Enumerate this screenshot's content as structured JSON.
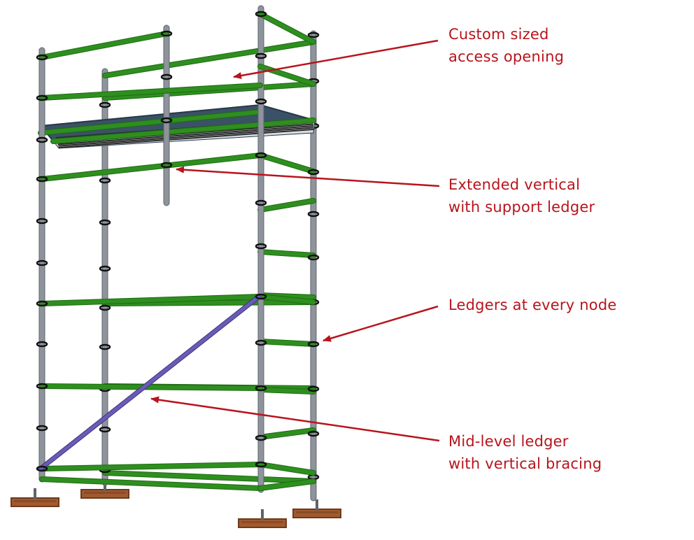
{
  "colors": {
    "ledger": "#2e8f1f",
    "ledger_dark": "#1f6a14",
    "standard": "#8f949c",
    "standard_dark": "#5e636b",
    "collar": "#111111",
    "brace": "#6a5bb5",
    "deck_board": "#3b5166",
    "deck_slat": "#2a2a2a",
    "base_plate": "#a15a2e",
    "base_plate_dark": "#6e3a1c",
    "annotation": "#b8141c"
  },
  "annotations": [
    {
      "id": "access-opening",
      "lines": [
        "Custom sized",
        "access opening"
      ]
    },
    {
      "id": "extended-vertical",
      "lines": [
        "Extended vertical",
        "with support ledger"
      ]
    },
    {
      "id": "ledgers-every-node",
      "lines": [
        "Ledgers at every node"
      ]
    },
    {
      "id": "mid-level-ledger",
      "lines": [
        "Mid-level ledger",
        "with vertical bracing"
      ]
    }
  ]
}
